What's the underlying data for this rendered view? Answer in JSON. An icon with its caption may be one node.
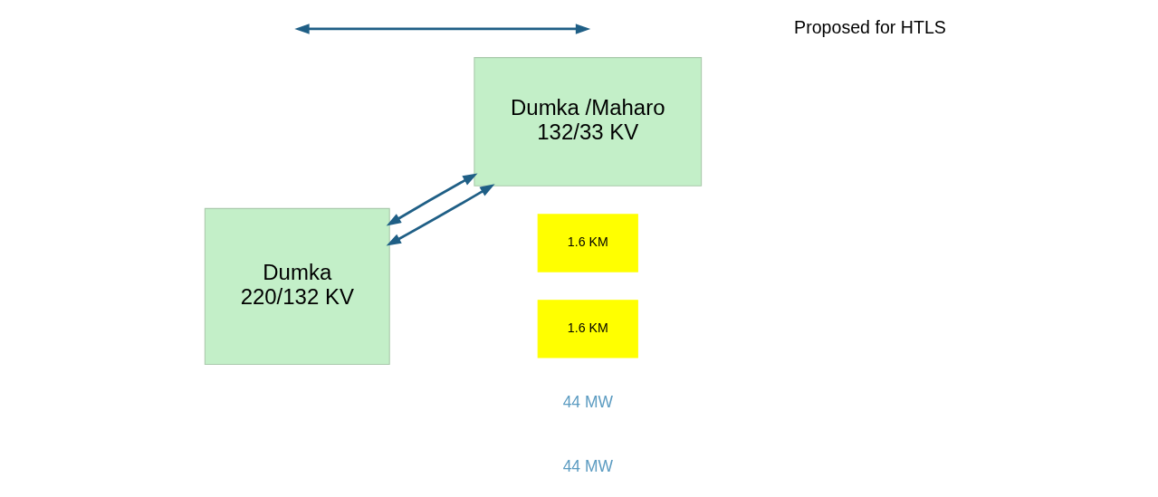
{
  "diagram": {
    "nodes": [
      {
        "text": [
          "Dumka",
          "220/132 KV"
        ]
      },
      {
        "text": [
          "Dumka /Maharo",
          "132/33 KV"
        ]
      },
      {
        "text": [
          "1.6 KM"
        ]
      },
      {
        "text": [
          "1.6 KM"
        ]
      }
    ],
    "edges": [
      {
        "from": 0,
        "to": 1,
        "arrow": "both"
      },
      {
        "from": 0,
        "to": 1,
        "arrow": "both"
      }
    ],
    "labels": [
      "44 MW",
      "44 MW"
    ],
    "legend": [
      {
        "text": "Proposed for HTLS"
      }
    ]
  }
}
